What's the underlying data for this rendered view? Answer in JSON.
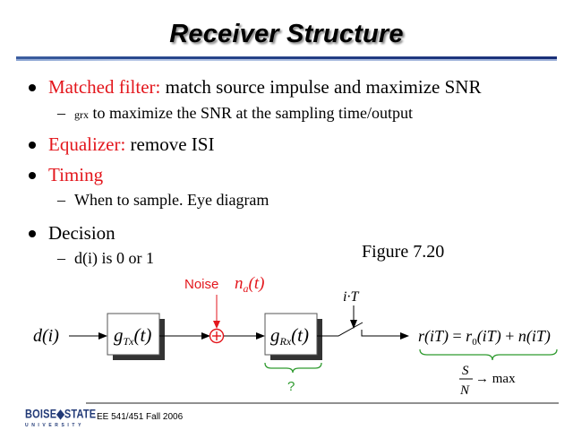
{
  "slide": {
    "title": "Receiver Structure",
    "bullets": [
      {
        "label": "Matched filter:",
        "text": " match source impulse and maximize SNR",
        "sub": [
          {
            "prefix": "grx",
            "text": " to maximize the SNR at the sampling time/output"
          }
        ]
      },
      {
        "label": "Equalizer:",
        "text": " remove ISI",
        "sub": []
      },
      {
        "label": "Timing",
        "text": "",
        "sub": [
          {
            "prefix": "",
            "text": "When to sample. Eye diagram"
          }
        ]
      },
      {
        "label": "",
        "text": "Decision",
        "sub": [
          {
            "prefix": "",
            "text": "d(i) is 0 or 1"
          }
        ]
      }
    ],
    "dash": "–",
    "figure_label": "Figure 7.20"
  },
  "diagram": {
    "input": "d(i)",
    "tx_block": {
      "g": "g",
      "sub": "Tx",
      "arg": "(t)"
    },
    "rx_block": {
      "g": "g",
      "sub": "Rx",
      "arg": "(t)"
    },
    "noise_label": "Noise",
    "noise_symbol": {
      "n": "n",
      "sub": "a",
      "arg": "(t)"
    },
    "adder_symbol": "+",
    "sampler_label": "i·T",
    "output_equation": "r(iT) = r0(iT) + n(iT)",
    "output_parts": {
      "lhs": "r(iT)",
      "eq": " = ",
      "r": "r",
      "r_sub": "0",
      "r_arg": "(iT)",
      "plus": " + ",
      "n": "n(iT)"
    },
    "unknown_marker": "?",
    "snr_num": "S",
    "snr_den": "N",
    "snr_arrow": "→ max",
    "colors": {
      "noise": "#e3161c",
      "brace": "#2e9a2e",
      "line": "#000000",
      "shadow": "#333333"
    }
  },
  "footer": {
    "logo_main": "BOISE◆STATE",
    "logo_sub": "UNIVERSITY",
    "course": "EE 541/451 Fall 2006"
  }
}
